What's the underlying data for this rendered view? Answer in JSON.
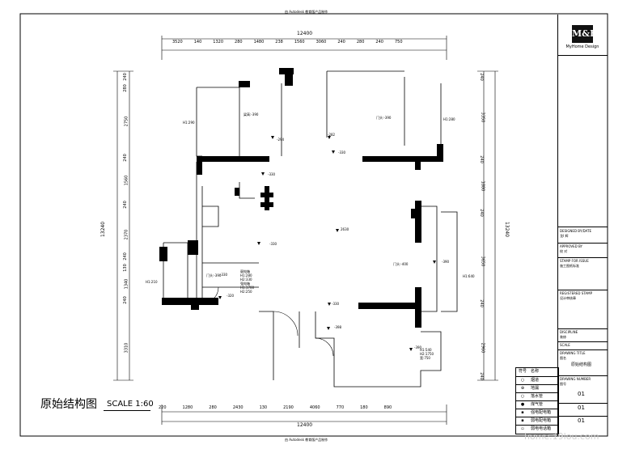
{
  "autodesk_note": "由 Autodesk 教育版产品制作",
  "plan": {
    "title": "原始结构图",
    "scale": "SCALE 1:60",
    "top_total": "12400",
    "bottom_total": "12400",
    "left_total": "13240",
    "right_total": "13240",
    "top_dims": [
      "3520",
      "140",
      "1320",
      "280",
      "1480",
      "238",
      "1560",
      "3060",
      "240",
      "280",
      "240",
      "750"
    ],
    "bottom_dims": [
      "220",
      "1280",
      "280",
      "2430",
      "130",
      "2190",
      "4060",
      "770",
      "180",
      "890"
    ],
    "left_dims": [
      "240",
      "280",
      "2750",
      "240",
      "1560",
      "240",
      "2370",
      "240",
      "130",
      "1340",
      "240",
      "3310"
    ],
    "right_dims": [
      "240",
      "3350",
      "240",
      "1880",
      "240",
      "3650",
      "240",
      "2960",
      "240"
    ],
    "labels": {
      "h1_290": "H1:290",
      "h1_280": "H1:280",
      "h1_210": "H1:210",
      "h1_640": "H1:640",
      "liang_390a": "梁高:-390",
      "men_390": "门头:-390",
      "men_390b": "门头:-390",
      "men_400": "门头:-400",
      "v294": "-294",
      "v282": "-282",
      "v330a": "-330",
      "v330b": "-330",
      "v330c": "-330",
      "v330d": "-330",
      "v330e": "-330",
      "v320": "-320",
      "v390": "-390",
      "v2630": "2630",
      "v398": "-398",
      "eb_title": "弱电箱",
      "eb_h1": "H1:280",
      "eb_h2": "H2:330",
      "qb_title": "强电箱",
      "qb_h1": "H1:1700",
      "qb_h2": "H2:250",
      "win_h1": "H1:540",
      "win_h2": "H2:1750",
      "win_w": "宽:750"
    }
  },
  "legend": {
    "header_symbol": "符号",
    "header_name": "名称",
    "rows": [
      {
        "symbol": "○",
        "name": "烟道"
      },
      {
        "symbol": "⊕",
        "name": "地漏"
      },
      {
        "symbol": "○",
        "name": "落水管"
      },
      {
        "symbol": "●",
        "name": "煤气管"
      },
      {
        "symbol": "▪",
        "name": "强电配电箱"
      },
      {
        "symbol": "▪",
        "name": "弱电配电箱"
      },
      {
        "symbol": "▫",
        "name": "弱电电话箱"
      }
    ]
  },
  "title_block": {
    "logo": "M&H",
    "logo_sub": "MyHome Design",
    "design_by_label": "DESIGNED BY/DATE",
    "design_by_value": "龙I 辉",
    "approved_label": "APPROVED BY",
    "approved_value": "校 对",
    "stamp_label": "STAMP FOR ISSUE",
    "stamp_value": "施工图纸标准",
    "reg_label": "REGISTERED STAMP",
    "reg_value": "设计审核章",
    "discip_label": "DISCIPLINE",
    "discip_value": "装修",
    "scale_label": "SCALE",
    "drawing_title_label": "DRAWING TITLE",
    "drawing_title_value": "原始结构图",
    "drawing_title_prefix": "图名",
    "drawing_number_label": "DRAWING NUMBER",
    "drawing_number_prefix": "图号",
    "numbers": [
      "01",
      "01",
      "01"
    ]
  },
  "watermark": "home.19lou.com"
}
